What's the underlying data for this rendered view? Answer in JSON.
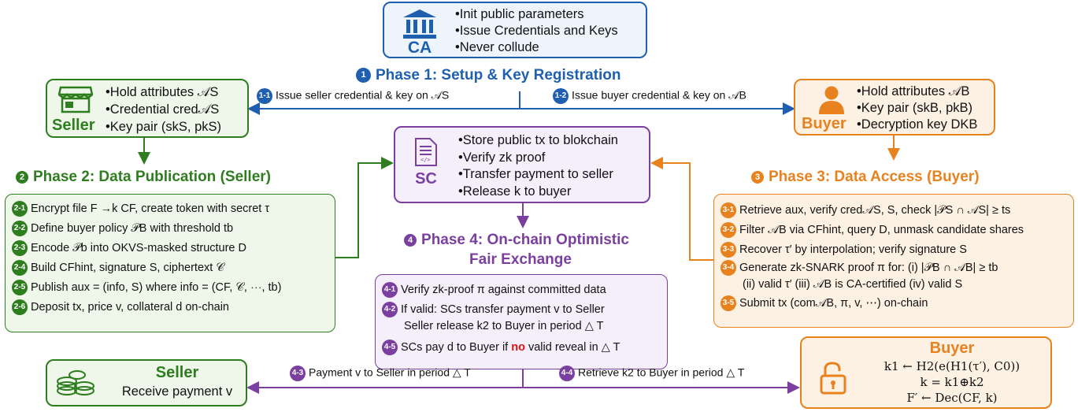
{
  "colors": {
    "ca": "#1f5fb0",
    "seller": "#2e7d1f",
    "buyer": "#e8821e",
    "sc": "#7b3fa0"
  },
  "ca": {
    "name": "CA",
    "items": [
      "Init public parameters",
      "Issue Credentials and Keys",
      "Never collude"
    ]
  },
  "phase1": {
    "num": "1",
    "title": "Phase 1: Setup & Key Registration",
    "seller_step": {
      "num": "1-1",
      "text": "Issue seller credential & key on 𝒜S"
    },
    "buyer_step": {
      "num": "1-2",
      "text": "Issue buyer credential & key on 𝒜B"
    }
  },
  "seller": {
    "name": "Seller",
    "items": [
      "Hold attributes 𝒜S",
      "Credential cred𝒜S",
      "Key pair (skS, pkS)"
    ]
  },
  "buyer": {
    "name": "Buyer",
    "items": [
      "Hold attributes 𝒜B",
      "Key pair (skB, pkB)",
      "Decryption key DKB"
    ]
  },
  "sc": {
    "name": "SC",
    "items": [
      "Store public tx to blokchain",
      "Verify zk proof",
      "Transfer payment to seller",
      "Release k to buyer"
    ]
  },
  "phase2": {
    "num": "2",
    "title": "Phase 2: Data Publication (Seller)",
    "steps": [
      {
        "num": "2-1",
        "text": "Encrypt file F →k CF, create token with secret τ"
      },
      {
        "num": "2-2",
        "text": "Define buyer policy 𝒫B with threshold tb"
      },
      {
        "num": "2-3",
        "text": "Encode 𝒫b into OKVS-masked structure D"
      },
      {
        "num": "2-4",
        "text": "Build CFhint, signature S, ciphertext 𝒞"
      },
      {
        "num": "2-5",
        "text": "Publish aux = (info, S) where info = (CF, 𝒞, ⋯, tb)"
      },
      {
        "num": "2-6",
        "text": "Deposit tx, price v, collateral d on-chain"
      }
    ]
  },
  "phase3": {
    "num": "3",
    "title": "Phase 3: Data Access (Buyer)",
    "steps": [
      {
        "num": "3-1",
        "text": "Retrieve aux, verify cred𝒜S, S, check |𝒫S ∩ 𝒜S| ≥ ts"
      },
      {
        "num": "3-2",
        "text": "Filter 𝒜B via CFhint, query D, unmask candidate shares"
      },
      {
        "num": "3-3",
        "text": "Recover τ′ by interpolation; verify signature S"
      },
      {
        "num": "3-4",
        "text": "Generate zk-SNARK proof π for: (i) |𝒫B ∩ 𝒜B| ≥ tb",
        "cont": "(ii) valid τ′ (iii) 𝒜B is CA-certified (iv) valid S"
      },
      {
        "num": "3-5",
        "text": "Submit tx (com𝒜B, π, v, ⋯) on-chain"
      }
    ]
  },
  "phase4": {
    "num": "4",
    "title_line1": "Phase 4: On-chain Optimistic",
    "title_line2": "Fair Exchange",
    "steps": [
      {
        "num": "4-1",
        "text": "Verify zk-proof π against committed data"
      },
      {
        "num": "4-2",
        "text": "If valid: SCs transfer payment v to Seller",
        "cont": "Seller release k2 to Buyer in period △ T"
      },
      {
        "num": "4-5",
        "text_a": "SCs pay d to Buyer if ",
        "text_red": "no",
        "text_b": " valid reveal in △ T"
      }
    ],
    "pay_step": {
      "num": "4-3",
      "text": "Payment v to Seller in period △ T"
    },
    "key_step": {
      "num": "4-4",
      "text": "Retrieve k2 to Buyer in period △ T"
    }
  },
  "seller_final": {
    "name": "Seller",
    "text": "Receive payment v"
  },
  "buyer_final": {
    "name": "Buyer",
    "eqs": [
      "k1 ← H2(e(H1(τ′), C0))",
      "k = k1⊕k2",
      "F′ ← Dec(CF, k)"
    ]
  }
}
